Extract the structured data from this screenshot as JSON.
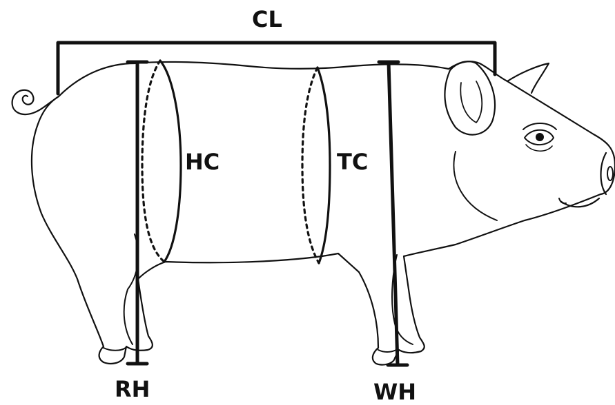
{
  "labels": {
    "carcass_length": "CL",
    "heart_circumference": "HC",
    "tail_circumference": "TC",
    "rump_height": "RH",
    "withers_height": "WH"
  },
  "colors": {
    "ink": "#111111",
    "background": "#ffffff"
  }
}
